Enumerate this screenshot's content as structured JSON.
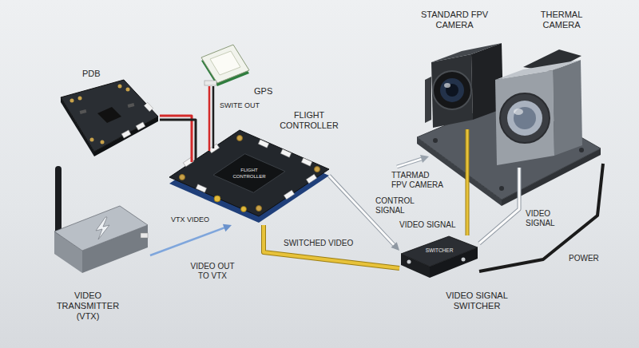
{
  "diagram": {
    "nodes": [
      {
        "text": [
          "PDB"
        ]
      },
      {
        "text": [
          "GPS"
        ]
      },
      {
        "text": [
          "FLIGHT CONTROLLER"
        ]
      },
      {
        "text": [
          "VIDEO TRANSMITTER (VTX)"
        ]
      },
      {
        "text": [
          "STANDARD FPV CAMERA"
        ]
      },
      {
        "text": [
          "THERMAL CAMERA"
        ]
      },
      {
        "text": [
          "SWITCHER",
          "VIDEO SIGNAL SWITCHER"
        ]
      }
    ],
    "edges": [
      {
        "from": 0,
        "to": 2,
        "arrow": "none"
      },
      {
        "from": 1,
        "to": 2,
        "arrow": "none"
      },
      {
        "from": 2,
        "to": 6,
        "label": "CONTROL SIGNAL",
        "arrow": "to"
      },
      {
        "from": 6,
        "to": 2,
        "label": "SWITCHED VIDEO",
        "arrow": "none"
      },
      {
        "from": 4,
        "to": 6,
        "label": "VIDEO SIGNAL",
        "arrow": "none"
      },
      {
        "from": 5,
        "to": 6,
        "label": "VIDEO SIGNAL",
        "arrow": "none"
      },
      {
        "from": 3,
        "to": 2,
        "label": "VIDEO OUT TO VTX",
        "arrow": "to"
      }
    ],
    "labels": [
      "SWITE OUT",
      "FLIGHT CONTROLLER",
      "VTX VIDEO",
      "TTARMAD FPV CAMERA",
      "POWER"
    ]
  }
}
